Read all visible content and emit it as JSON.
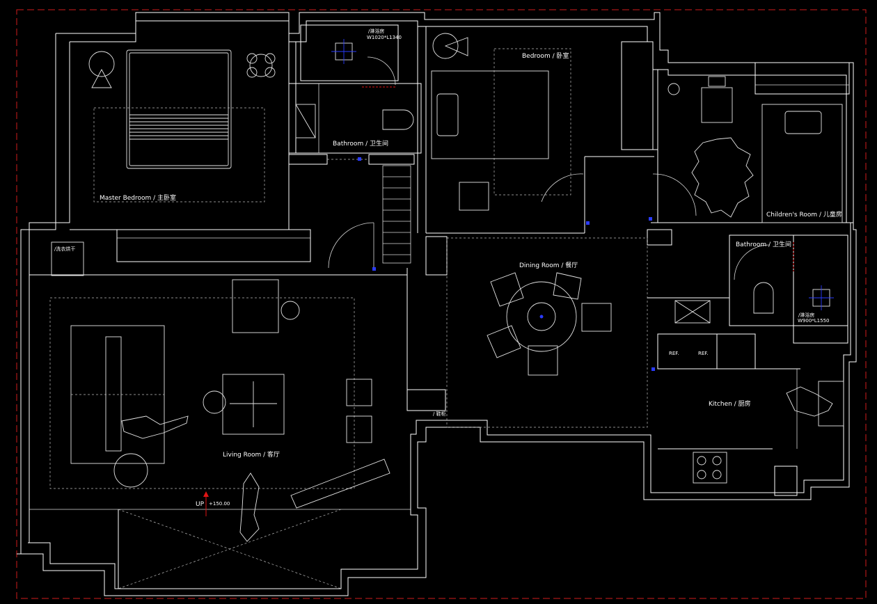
{
  "colors": {
    "background": "#000000",
    "lines": "#ffffff",
    "frame": "#d11b1b",
    "accent_blue": "#2a3bff",
    "arrow_red": "#e01414"
  },
  "rooms": {
    "master_bedroom": "Master Bedroom / 主卧室",
    "bathroom_master": "Bathroom / 卫生间",
    "bedroom": "Bedroom / 卧室",
    "childrens_room": "Children's Room / 儿童房",
    "dining_room": "Dining Room / 餐厅",
    "bathroom_second": "Bathroom / 卫生间",
    "kitchen": "Kitchen / 厨房",
    "living_room": "Living Room / 客厅"
  },
  "notes": {
    "shower_top": "/淋浴房",
    "shower_top_size": "W1020*L1340",
    "shower_bottom": "/淋浴房",
    "shower_bottom_size": "W900*L1550",
    "washer": "/洗衣烘干",
    "cabinet": "/ 鞋柜",
    "ref_1": "REF.",
    "ref_2": "REF.",
    "up": "UP",
    "elevation": "+150.00"
  },
  "icons": [
    "up-arrow-icon",
    "potted-plant-icon",
    "round-table-icon",
    "chair-icon",
    "sofa-icon",
    "bed-icon",
    "stove-icon",
    "person-figure-icon"
  ]
}
